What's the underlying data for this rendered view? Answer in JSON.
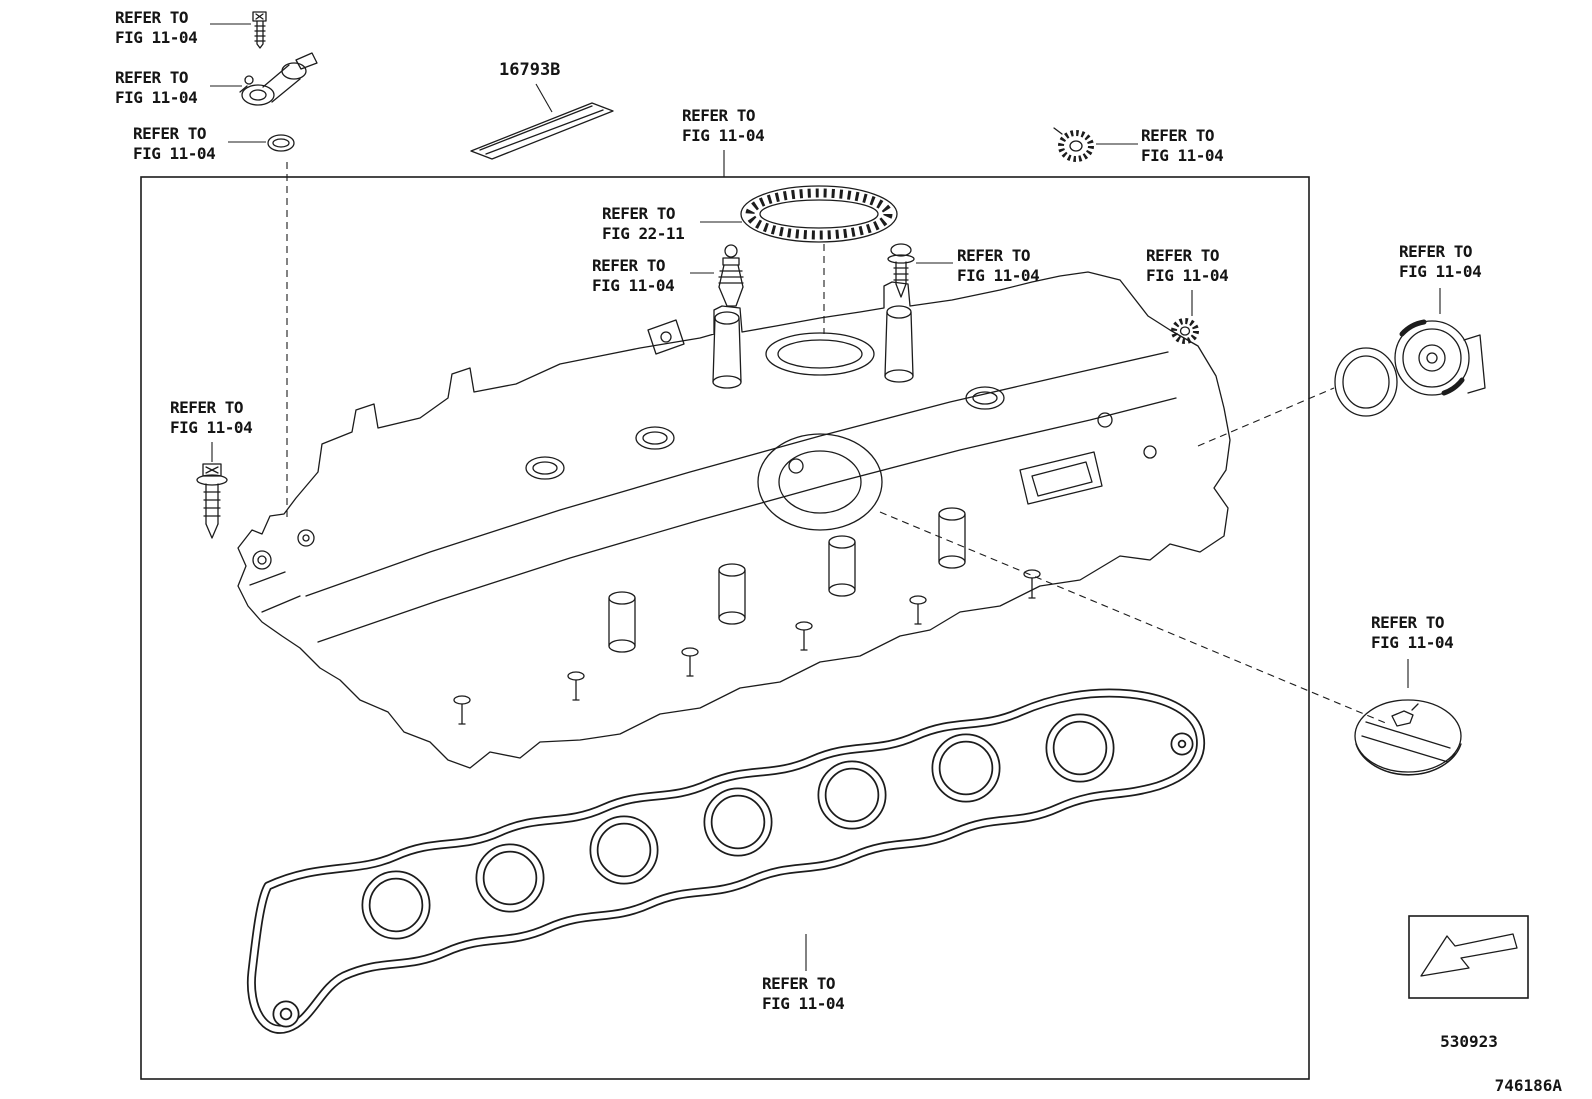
{
  "diagram": {
    "part_number": "16793B",
    "legend_code": "530923",
    "sheet_code": "746186A"
  },
  "callouts": [
    {
      "line1": "REFER TO",
      "line2": "FIG 11-04"
    },
    {
      "line1": "REFER TO",
      "line2": "FIG 11-04"
    },
    {
      "line1": "REFER TO",
      "line2": "FIG 11-04"
    },
    {
      "line1": "REFER TO",
      "line2": "FIG 11-04"
    },
    {
      "line1": "REFER TO",
      "line2": "FIG 11-04"
    },
    {
      "line1": "REFER TO",
      "line2": "FIG 22-11"
    },
    {
      "line1": "REFER TO",
      "line2": "FIG 11-04"
    },
    {
      "line1": "REFER TO",
      "line2": "FIG 11-04"
    },
    {
      "line1": "REFER TO",
      "line2": "FIG 11-04"
    },
    {
      "line1": "REFER TO",
      "line2": "FIG 11-04"
    },
    {
      "line1": "REFER TO",
      "line2": "FIG 11-04"
    },
    {
      "line1": "REFER TO",
      "line2": "FIG 11-04"
    },
    {
      "line1": "REFER TO",
      "line2": "FIG 11-04"
    }
  ]
}
